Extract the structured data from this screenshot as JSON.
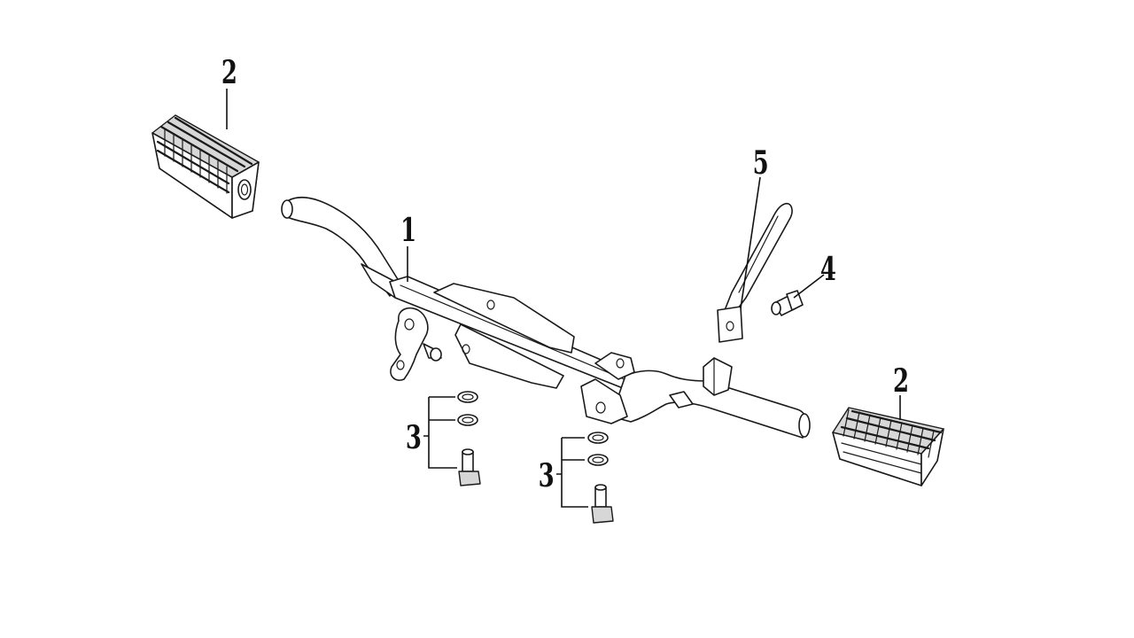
{
  "callouts": {
    "frame_bar": "1",
    "footpeg_left": "2",
    "footpeg_right": "2",
    "bolt_set_left": "3",
    "bolt_set_right": "3",
    "pivot_bolt": "4",
    "side_stand": "5"
  },
  "colors": {
    "line": "#1a1a1a",
    "background": "#ffffff",
    "shade": "#d7d7d7"
  }
}
